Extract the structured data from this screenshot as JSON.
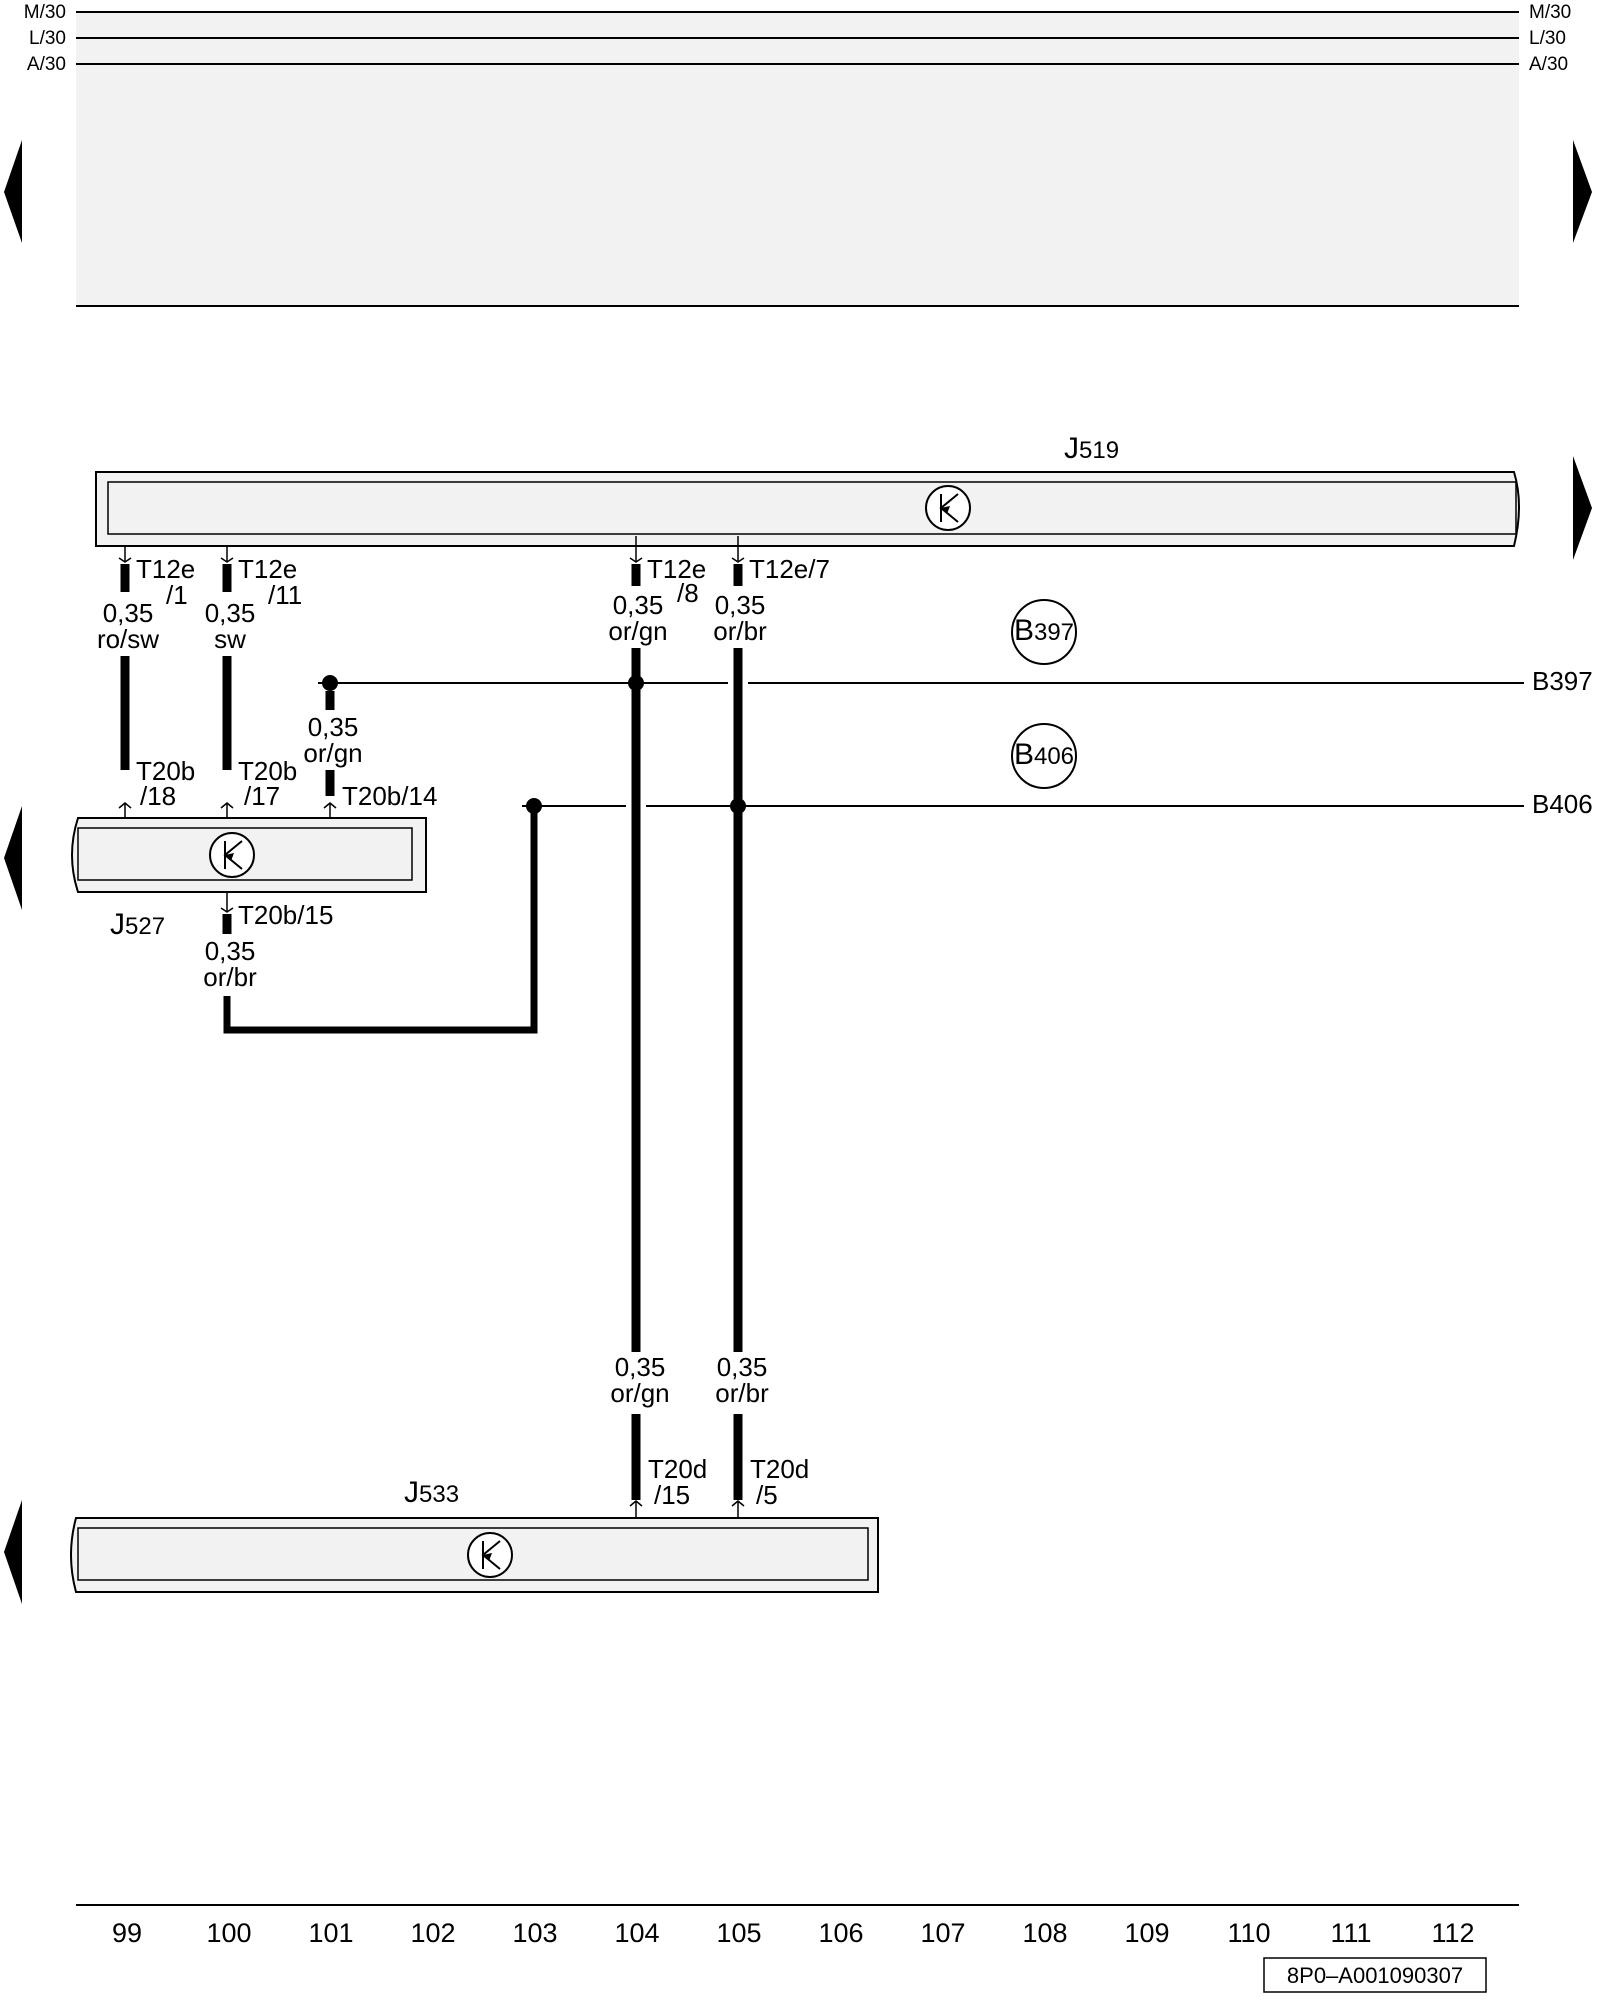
{
  "rails": {
    "m30": "M/30",
    "l30": "L/30",
    "a30": "A/30"
  },
  "components": {
    "j519": {
      "main": "J",
      "sub": "519"
    },
    "j527": {
      "main": "J",
      "sub": "527"
    },
    "j533": {
      "main": "J",
      "sub": "533"
    }
  },
  "pins": {
    "t12e_1_a": "T12e",
    "t12e_1_b": "/1",
    "t12e_11_a": "T12e",
    "t12e_11_b": "/11",
    "t12e_8_a": "T12e",
    "t12e_8_b": "/8",
    "t12e_7": "T12e/7",
    "t20b_18_a": "T20b",
    "t20b_18_b": "/18",
    "t20b_17_a": "T20b",
    "t20b_17_b": "/17",
    "t20b_14": "T20b/14",
    "t20b_15": "T20b/15",
    "t20d_15_a": "T20d",
    "t20d_15_b": "/15",
    "t20d_5_a": "T20d",
    "t20d_5_b": "/5"
  },
  "wires": {
    "w99": {
      "size": "0,35",
      "color": "ro/sw"
    },
    "w100": {
      "size": "0,35",
      "color": "sw"
    },
    "w101": {
      "size": "0,35",
      "color": "or/gn"
    },
    "w104_top": {
      "size": "0,35",
      "color": "or/gn"
    },
    "w105_top": {
      "size": "0,35",
      "color": "or/br"
    },
    "w100_low": {
      "size": "0,35",
      "color": "or/br"
    },
    "w104_bottom": {
      "size": "0,35",
      "color": "or/gn"
    },
    "w105_bottom": {
      "size": "0,35",
      "color": "or/br"
    }
  },
  "connections": {
    "b397_main": "B",
    "b397_sub": "397",
    "b406_main": "B",
    "b406_sub": "406",
    "b397_line": "B397",
    "b406_line": "B406"
  },
  "columns": [
    "99",
    "100",
    "101",
    "102",
    "103",
    "104",
    "105",
    "106",
    "107",
    "108",
    "109",
    "110",
    "111",
    "112"
  ],
  "doc_ref": "8P0–A001090307",
  "colors": {
    "ink": "#000000",
    "panel_fill": "#f2f2f2",
    "background": "#ffffff"
  },
  "icons": [
    "control-unit-icon",
    "arrow-left-icon",
    "arrow-right-icon"
  ]
}
